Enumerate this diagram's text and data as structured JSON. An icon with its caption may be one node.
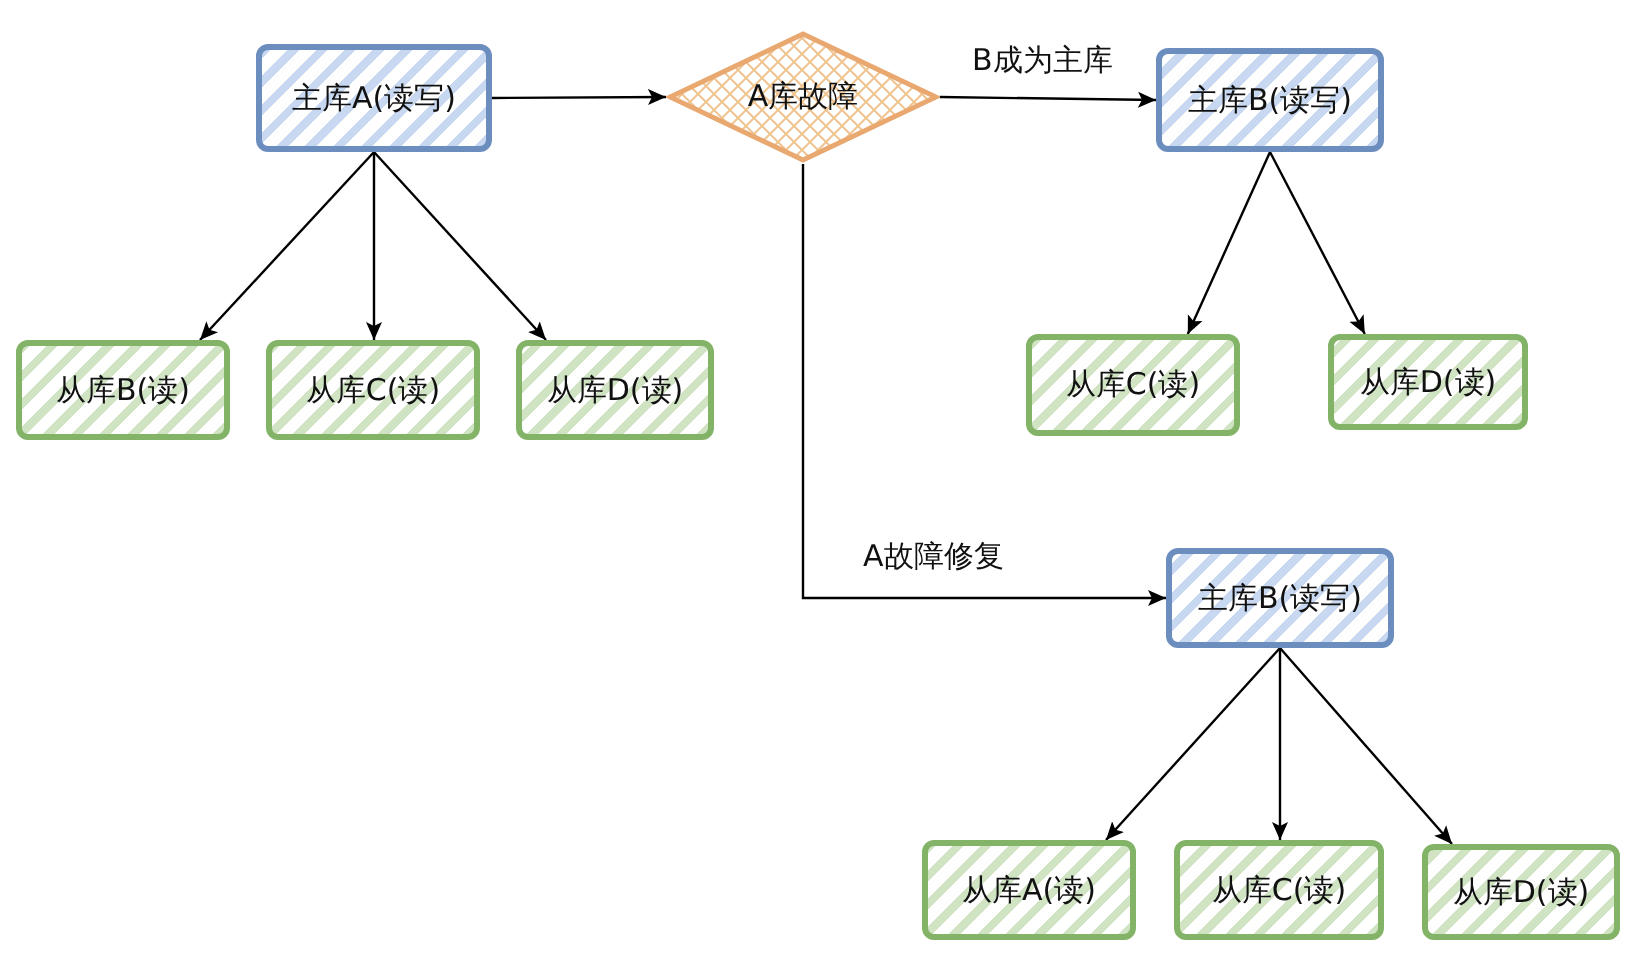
{
  "diagram": {
    "nodes": [
      {
        "text": [
          "主库A(读写)"
        ]
      },
      {
        "text": [
          "A库故障"
        ]
      },
      {
        "text": [
          "主库B(读写)"
        ]
      },
      {
        "text": [
          "从库B(读)"
        ]
      },
      {
        "text": [
          "从库C(读)"
        ]
      },
      {
        "text": [
          "从库D(读)"
        ]
      },
      {
        "text": [
          "从库C(读)"
        ]
      },
      {
        "text": [
          "从库D(读)"
        ]
      },
      {
        "text": [
          "主库B(读写)"
        ]
      },
      {
        "text": [
          "从库A(读)"
        ]
      },
      {
        "text": [
          "从库C(读)"
        ]
      },
      {
        "text": [
          "从库D(读)"
        ]
      }
    ],
    "edges": [
      {
        "from": 0,
        "to": 1,
        "arrow": "to"
      },
      {
        "from": 1,
        "to": 2,
        "arrow": "to",
        "label": "B成为主库"
      },
      {
        "from": 1,
        "to": 8,
        "arrow": "to",
        "label": "A故障修复"
      },
      {
        "from": 0,
        "to": 3,
        "arrow": "to"
      },
      {
        "from": 0,
        "to": 4,
        "arrow": "to"
      },
      {
        "from": 0,
        "to": 5,
        "arrow": "to"
      },
      {
        "from": 2,
        "to": 6,
        "arrow": "to"
      },
      {
        "from": 2,
        "to": 7,
        "arrow": "to"
      },
      {
        "from": 8,
        "to": 9,
        "arrow": "to"
      },
      {
        "from": 8,
        "to": 10,
        "arrow": "to"
      },
      {
        "from": 8,
        "to": 11,
        "arrow": "to"
      }
    ]
  }
}
